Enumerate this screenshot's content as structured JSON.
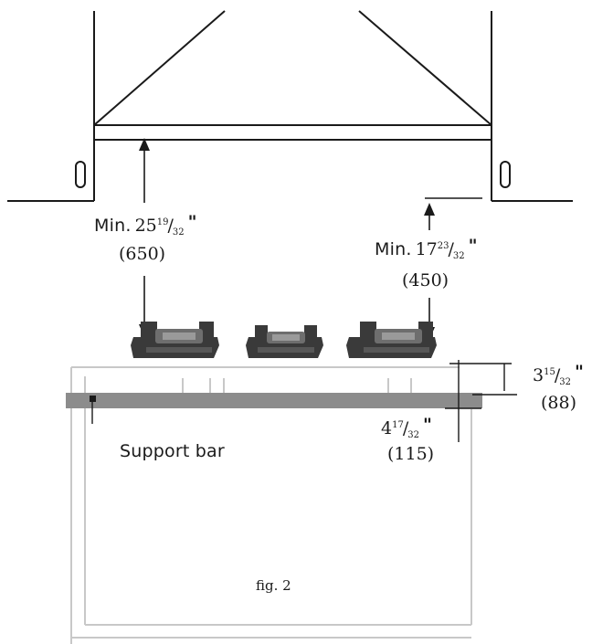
{
  "labels": {
    "hood_clearance": {
      "prefix": "Min.",
      "whole": "25",
      "numerator": "19",
      "denominator": "32",
      "inch_mark": "\"",
      "metric": "(650)"
    },
    "side_clearance": {
      "prefix": "Min.",
      "whole": "17",
      "numerator": "23",
      "denominator": "32",
      "inch_mark": "\"",
      "metric": "(450)"
    },
    "top_depth": {
      "whole": "3",
      "numerator": "15",
      "denominator": "32",
      "inch_mark": "\"",
      "metric": "(88)"
    },
    "bar_depth": {
      "whole": "4",
      "numerator": "17",
      "denominator": "32",
      "inch_mark": "\"",
      "metric": "(115)"
    },
    "support_bar": "Support bar",
    "figure_caption": "fig. 2"
  },
  "colors": {
    "line": "#1a1a1a",
    "cabinet_outline": "#c8c8c8",
    "support_bar_fill": "#8c8c8c",
    "burner_dark": "#3a3a3a",
    "burner_mid": "#6e6e6e"
  }
}
